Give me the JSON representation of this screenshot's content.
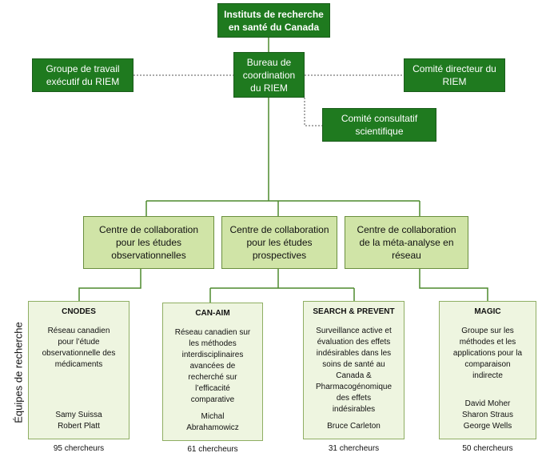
{
  "top": {
    "label": "Instituts de recherche en santé du Canada"
  },
  "bureau": {
    "label": "Bureau de coordination du RIEM"
  },
  "left_group": {
    "label": "Groupe de travail exécutif du RIEM"
  },
  "right_committee": {
    "label": "Comité directeur du RIEM"
  },
  "scientific_committee": {
    "label": "Comité consultatif scientifique"
  },
  "centres": [
    {
      "label": "Centre de collaboration pour les études observationnelles"
    },
    {
      "label": "Centre de collaboration pour les études prospectives"
    },
    {
      "label": "Centre de collaboration de la méta-analyse en réseau"
    }
  ],
  "side_label": "Équipes de recherche",
  "teams": [
    {
      "title": "CNODES",
      "desc": "Réseau canadien\npour l’étude\nobservationnelle des\nmédicaments",
      "leads": "Samy Suissa\nRobert Platt",
      "count": "95 chercheurs"
    },
    {
      "title": "CAN-AIM",
      "desc": "Réseau canadien sur\nles méthodes\ninterdisciplinaires\navancées de\nrecherché sur\nl’efficacité\ncomparative",
      "leads": "Michal\nAbrahamowicz",
      "count": "61 chercheurs"
    },
    {
      "title": "SEARCH & PREVENT",
      "desc": "Surveillance active et\névaluation des effets\nindésirables dans les\nsoins de santé au\nCanada &\nPharmacogénomique\ndes effets\nindésirables",
      "leads": "Bruce Carleton",
      "count": "31 chercheurs"
    },
    {
      "title": "MAGIC",
      "desc": "Groupe sur les\nméthodes et les\napplications pour la\ncomparaison\nindirecte",
      "leads": "David Moher\nSharon Straus\nGeorge Wells",
      "count": "50 chercheurs"
    }
  ]
}
